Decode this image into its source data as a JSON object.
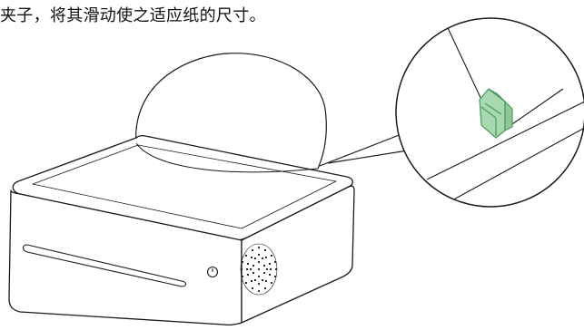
{
  "instruction": {
    "text": "夹子，将其滑动使之适应纸的尺寸。"
  },
  "illustration": {
    "device": "printer-base",
    "paper": "paper-sheet",
    "callout": "zoom-callout-paper-guide",
    "colors": {
      "line": "#1a1a1a",
      "guide_fill": "#a8d8b0",
      "guide_stroke": "#4a9a5c",
      "background": "#ffffff"
    }
  }
}
